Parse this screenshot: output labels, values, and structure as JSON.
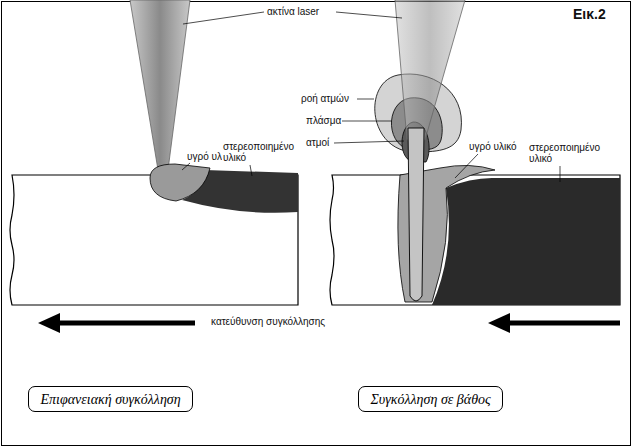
{
  "diagram": {
    "nodes": [
      {
        "text": [
          "Επιφανειακή συγκόλληση"
        ]
      },
      {
        "text": [
          "Συγκόλληση σε βάθος"
        ]
      }
    ],
    "labels": [
      "ακτίνα laser",
      "Εικ.2",
      "υγρό υλικό",
      "στερεοποιημένο υλικό",
      "ροή ατμών",
      "πλάσμα",
      "ατμοί",
      "υγρό υλικό",
      "στερεοποιημένο υλικό",
      "κατεύθυνση συγκόλλησης"
    ]
  }
}
